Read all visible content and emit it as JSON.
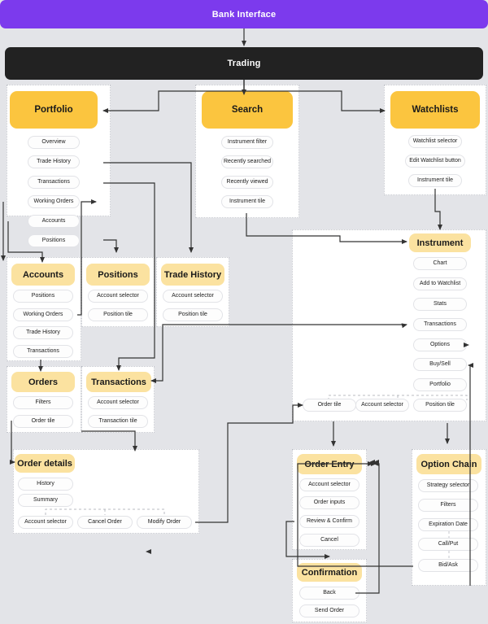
{
  "diagram": {
    "title": "Bank Interface",
    "root_banner": "Bank Interface",
    "sub_banner": "Trading",
    "colors": {
      "root": "#7c3aed",
      "sub": "#222222",
      "primary_node": "#fbc53f",
      "secondary_node": "#fbe2a0",
      "tile": "#fdfdfd",
      "background": "#e3e4e8",
      "edge": "#333333"
    }
  },
  "panels": [
    {
      "id": "portfolio",
      "title": "Portfolio",
      "level": "primary",
      "tiles": [
        "Overview",
        "Trade History",
        "Transactions",
        "Working Orders",
        "Accounts",
        "Positions"
      ]
    },
    {
      "id": "search",
      "title": "Search",
      "level": "primary",
      "tiles": [
        "Instrument filter",
        "Recently searched",
        "Recently viewed",
        "Instrument tile"
      ]
    },
    {
      "id": "watchlists",
      "title": "Watchlists",
      "level": "primary",
      "tiles": [
        "Watchlist selector",
        "Edit Watchlist button",
        "Instrument tile"
      ]
    },
    {
      "id": "accounts",
      "title": "Accounts",
      "level": "secondary",
      "tiles": [
        "Positions",
        "Working Orders",
        "Trade History",
        "Transactions"
      ]
    },
    {
      "id": "positions",
      "title": "Positions",
      "level": "secondary",
      "tiles": [
        "Account selector",
        "Position tile"
      ]
    },
    {
      "id": "trade-history",
      "title": "Trade History",
      "level": "secondary",
      "tiles": [
        "Account selector",
        "Position tile"
      ]
    },
    {
      "id": "instrument",
      "title": "Instrument",
      "level": "secondary",
      "tiles": [
        "Chart",
        "Add to Watchlist",
        "Stats",
        "Transactions",
        "Options",
        "Buy/Sell",
        "Portfolio"
      ],
      "bottom_tiles": [
        "Order tile",
        "Account selector",
        "Position tile"
      ]
    },
    {
      "id": "orders",
      "title": "Orders",
      "level": "secondary",
      "tiles": [
        "Filters",
        "Order tile"
      ]
    },
    {
      "id": "transactions",
      "title": "Transactions",
      "level": "secondary",
      "tiles": [
        "Account selector",
        "Transaction tile"
      ]
    },
    {
      "id": "order-details",
      "title": "Order details",
      "level": "secondary",
      "tiles": [
        "History",
        "Summary"
      ],
      "bottom_tiles": [
        "Account selector",
        "Cancel Order",
        "Modify Order"
      ]
    },
    {
      "id": "order-entry",
      "title": "Order Entry",
      "level": "secondary",
      "tiles": [
        "Account selector",
        "Order inputs",
        "Review & Confirm",
        "Cancel"
      ]
    },
    {
      "id": "confirmation",
      "title": "Confirmation",
      "level": "secondary",
      "tiles": [
        "Back",
        "Send Order"
      ]
    },
    {
      "id": "option-chain",
      "title": "Option Chain",
      "level": "secondary",
      "tiles": [
        "Strategy selector",
        "Filters",
        "Expiration Date",
        "Call/Put",
        "Bid/Ask"
      ]
    }
  ]
}
